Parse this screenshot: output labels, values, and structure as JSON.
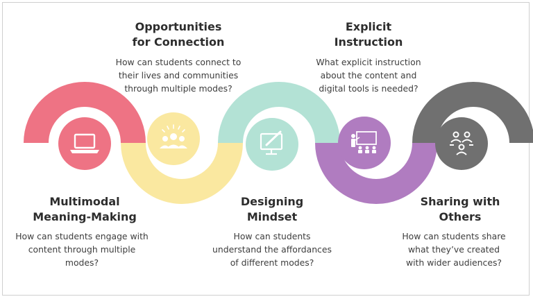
{
  "stages": [
    {
      "title_lines": [
        "Multimodal",
        "Meaning-Making"
      ],
      "desc_lines": [
        "How can students engage with",
        "content through multiple",
        "modes?"
      ],
      "icon": "laptop-icon",
      "color": "#ee7384"
    },
    {
      "title_lines": [
        "Opportunities",
        "for Connection"
      ],
      "desc_lines": [
        "How can students connect to",
        "their lives and communities",
        "through multiple modes?"
      ],
      "icon": "group-icon",
      "color": "#fae8a0"
    },
    {
      "title_lines": [
        "Designing",
        "Mindset"
      ],
      "desc_lines": [
        "How can students",
        "understand the affordances",
        "of different modes?"
      ],
      "icon": "design-tablet-icon",
      "color": "#b3e2d5"
    },
    {
      "title_lines": [
        "Explicit",
        "Instruction"
      ],
      "desc_lines": [
        "What explicit instruction",
        "about the content and",
        "digital tools is needed?"
      ],
      "icon": "teacher-board-icon",
      "color": "#b07cc0"
    },
    {
      "title_lines": [
        "Sharing with",
        "Others"
      ],
      "desc_lines": [
        "How can students share",
        "what they’ve created",
        "with wider audiences?"
      ],
      "icon": "share-people-icon",
      "color": "#707070"
    }
  ],
  "colors": {
    "text_dark": "#2d2d2d",
    "text_body": "#3d3d3d",
    "icon_white": "#ffffff",
    "border": "#cfcfcf"
  }
}
